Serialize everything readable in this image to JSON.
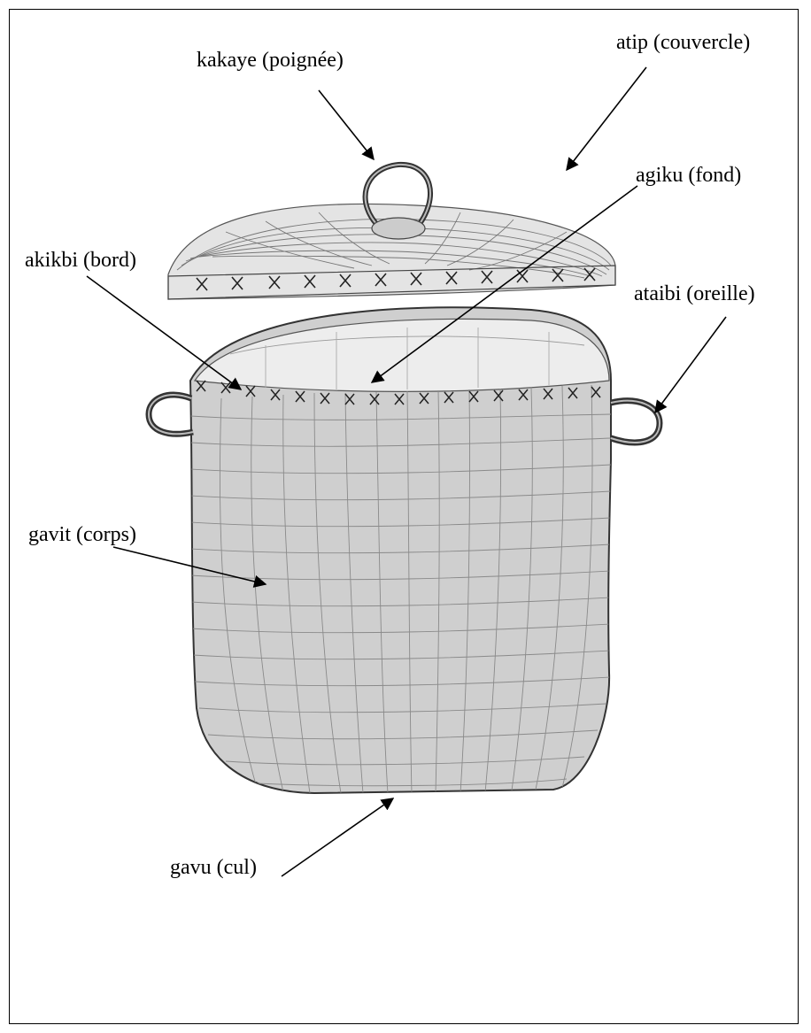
{
  "labels": {
    "handle": "kakaye (poignée)",
    "lid": "atip (couvercle)",
    "bottom_inside": "agiku (fond)",
    "rim": "akikbi (bord)",
    "ear": "ataibi (oreille)",
    "body": "gavit (corps)",
    "base": "gavu (cul)"
  },
  "colors": {
    "ink": "#000000",
    "pencil": "#555555",
    "shade": "#d6d6d6"
  }
}
